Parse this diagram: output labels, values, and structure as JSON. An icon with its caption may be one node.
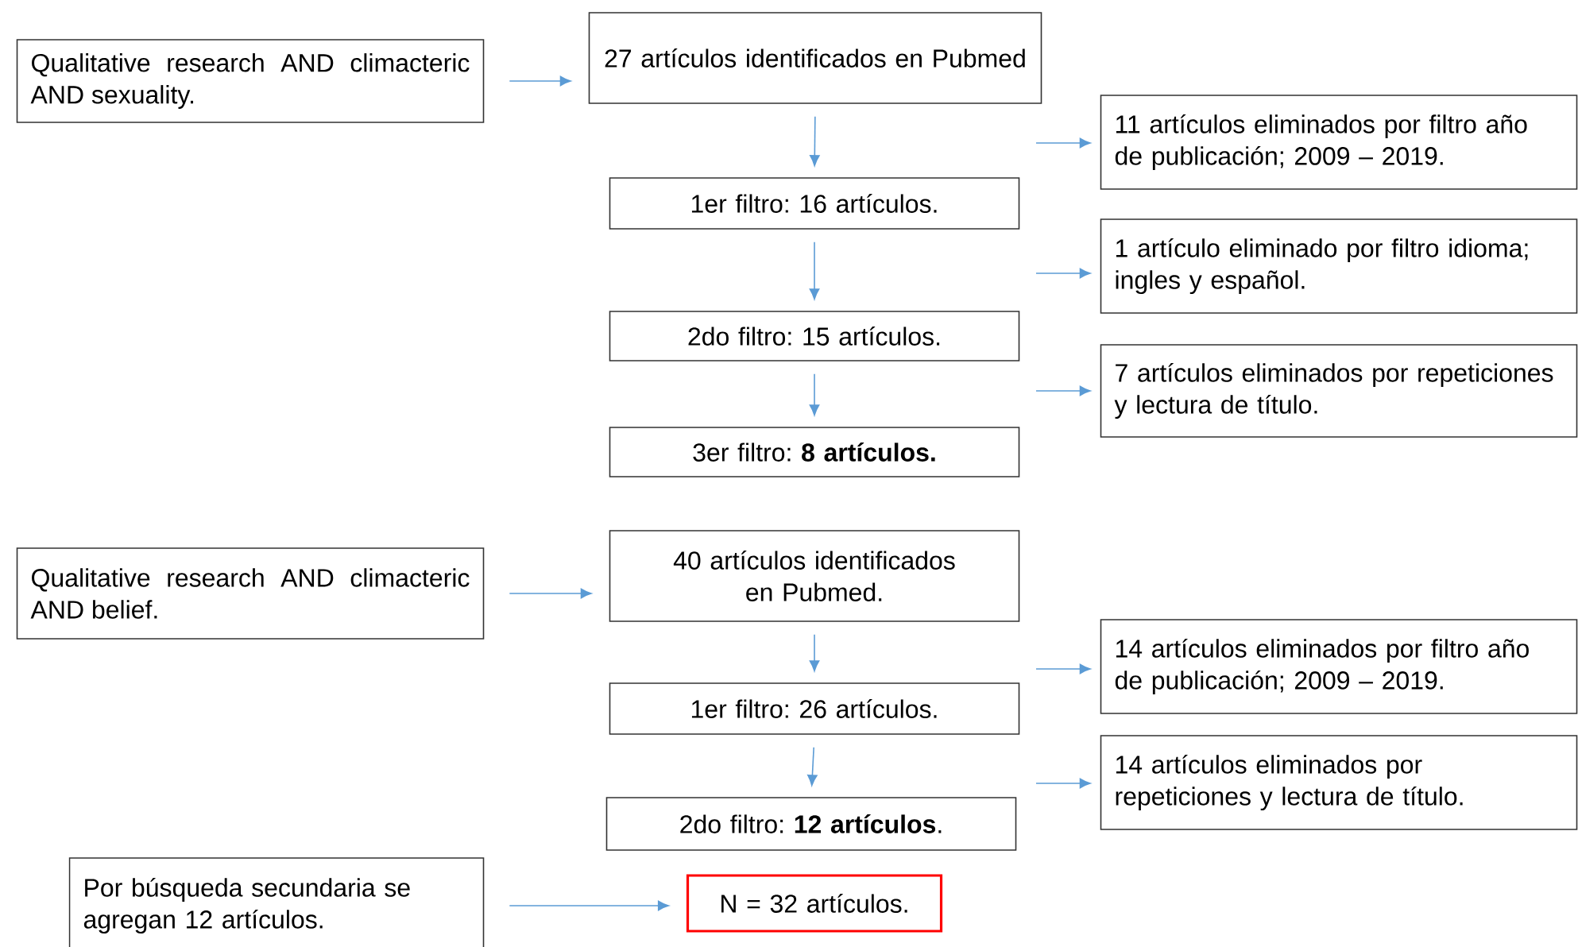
{
  "diagram": {
    "nodes": [
      {
        "text": [
          "Qualitative research AND climacteric AND sexuality."
        ]
      },
      {
        "text": [
          "27 artículos identificados en Pubmed"
        ]
      },
      {
        "text": [
          "11 artículos eliminados por filtro año de publicación; 2009 – 2019."
        ]
      },
      {
        "text": [
          "1er filtro: 16 artículos."
        ]
      },
      {
        "text": [
          "1 artículo eliminado por filtro idioma; ingles y español."
        ]
      },
      {
        "text": [
          "2do filtro: 15 artículos."
        ]
      },
      {
        "text": [
          "7 artículos eliminados por repeticiones y lectura de título."
        ]
      },
      {
        "text": [
          "3er filtro: **8 artículos.**"
        ]
      },
      {
        "text": [
          "Qualitative research AND climacteric AND belief."
        ]
      },
      {
        "text": [
          "40 artículos identificados en Pubmed."
        ]
      },
      {
        "text": [
          "14 artículos eliminados por filtro año de publicación; 2009 – 2019."
        ]
      },
      {
        "text": [
          "1er filtro: 26 artículos."
        ]
      },
      {
        "text": [
          "14 artículos eliminados por repeticiones y lectura de título."
        ]
      },
      {
        "text": [
          "2do filtro: **12 artículos**."
        ]
      },
      {
        "text": [
          "Por búsqueda secundaria se agregan 12 artículos."
        ]
      },
      {
        "text": [
          "N = 32 artículos."
        ]
      }
    ],
    "edges": [
      {
        "from": 0,
        "to": 1,
        "arrow": "to"
      },
      {
        "from": 1,
        "to": 3,
        "arrow": "to"
      },
      {
        "from": null,
        "to": 2,
        "arrow": "to"
      },
      {
        "from": 3,
        "to": 5,
        "arrow": "to"
      },
      {
        "from": null,
        "to": 4,
        "arrow": "to"
      },
      {
        "from": 5,
        "to": 7,
        "arrow": "to"
      },
      {
        "from": null,
        "to": 6,
        "arrow": "to"
      },
      {
        "from": 8,
        "to": 9,
        "arrow": "to"
      },
      {
        "from": 9,
        "to": 11,
        "arrow": "to"
      },
      {
        "from": null,
        "to": 10,
        "arrow": "to"
      },
      {
        "from": 11,
        "to": 13,
        "arrow": "to"
      },
      {
        "from": null,
        "to": 12,
        "arrow": "to"
      },
      {
        "from": 14,
        "to": 15,
        "arrow": "to"
      }
    ]
  }
}
